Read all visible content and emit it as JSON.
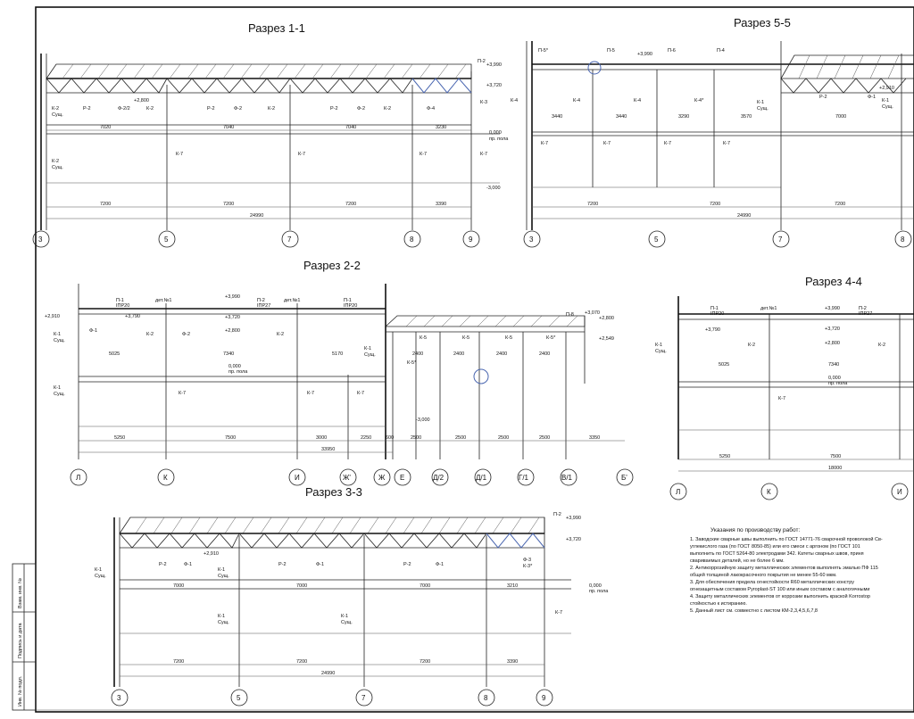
{
  "sections": {
    "s1": {
      "title": "Разрез 1-1",
      "marks": [
        "К-2",
        "Сущ.",
        "Р-2",
        "Ф-2/2",
        "К-2",
        "Р-2",
        "Ф-2",
        "К-2",
        "Р-2",
        "Ф-2",
        "К-2",
        "Ф-4",
        "К-3",
        "П-2",
        "К-7",
        "К-7",
        "К-7",
        "К-7",
        "К-7",
        "К-2",
        "Сущ."
      ],
      "dims_top": [
        "7020",
        "7040",
        "7040",
        "3230"
      ],
      "dims_bottom": [
        "7200",
        "7200",
        "7200",
        "3390"
      ],
      "total": "24990",
      "levels": [
        "+3,990",
        "+3,720",
        "+2,800",
        "0,000",
        "пр. пола",
        "-3,000"
      ],
      "axes": [
        "3",
        "5",
        "7",
        "8",
        "9"
      ]
    },
    "s5": {
      "title": "Разрез 5-5",
      "marks": [
        "П-5*",
        "П-5",
        "П-6",
        "П-4",
        "К-4",
        "К-4",
        "К-4",
        "К-4*",
        "К-1",
        "Сущ.",
        "К-7",
        "К-7",
        "К-7",
        "К-7",
        "Р-2",
        "Ф-1",
        "К-1",
        "Сущ."
      ],
      "dims_top": [
        "3440",
        "3440",
        "3290",
        "3570",
        "7000"
      ],
      "dims_bottom": [
        "7200",
        "7200",
        "7200"
      ],
      "total": "24990",
      "levels": [
        "+3,990",
        "+2,910"
      ],
      "axes": [
        "3",
        "5",
        "7",
        "8"
      ]
    },
    "s2": {
      "title": "Разрез 2-2",
      "marks": [
        "П-1",
        "IПР20",
        "дет.№1",
        "П-2",
        "IПР27",
        "дет.№1",
        "П-1",
        "IПР20",
        "К-1",
        "Сущ.",
        "Ф-1",
        "К-2",
        "Ф-2",
        "К-2",
        "К-1",
        "Сущ.",
        "К-7",
        "К-7",
        "К-7",
        "К-1",
        "Сущ.",
        "К-5",
        "К-5",
        "К-5",
        "К-5*",
        "К-5*",
        "П-8"
      ],
      "dims_top": [
        "5025",
        "7340",
        "5170",
        "2400",
        "2400",
        "2400",
        "2400"
      ],
      "dims_bottom": [
        "5250",
        "7500",
        "3000",
        "2250",
        "600",
        "2500",
        "2500",
        "2500",
        "2500",
        "3350"
      ],
      "total": "33950",
      "levels": [
        "+2,910",
        "+3,790",
        "+3,990",
        "+3,720",
        "+2,800",
        "0,000",
        "пр. пола",
        "+3,070",
        "+2,800",
        "+2,549",
        "-3,000"
      ],
      "axes": [
        "Л",
        "К",
        "И",
        "Ж'",
        "Ж",
        "Е",
        "Д/2",
        "Д/1",
        "Г/1",
        "В/1",
        "Б'"
      ]
    },
    "s4": {
      "title": "Разрез 4-4",
      "marks": [
        "П-1",
        "IПР20",
        "дет.№1",
        "П-2",
        "IПР27",
        "К-1",
        "Сущ.",
        "К-2",
        "К-2",
        "К-7"
      ],
      "dims_top": [
        "5025",
        "7340"
      ],
      "dims_bottom": [
        "5250",
        "7500"
      ],
      "total": "18000",
      "levels": [
        "+3,790",
        "+3,990",
        "+3,720",
        "+2,800",
        "0,000",
        "пр. пола"
      ],
      "axes": [
        "Л",
        "К",
        "И"
      ]
    },
    "s3": {
      "title": "Разрез 3-3",
      "marks": [
        "Р-2",
        "Ф-1",
        "Р-2",
        "Ф-1",
        "Р-2",
        "Ф-1",
        "Ф-3",
        "К-3*",
        "П-2",
        "К-1",
        "Сущ.",
        "К-1",
        "Сущ.",
        "К-1",
        "Сущ.",
        "К-1",
        "Сущ.",
        "К-7"
      ],
      "dims_top": [
        "7000",
        "7000",
        "7000",
        "3210"
      ],
      "dims_bottom": [
        "7200",
        "7200",
        "7200",
        "3390"
      ],
      "total": "24990",
      "levels": [
        "+3,990",
        "+3,720",
        "+2,910",
        "0,000",
        "пр. пола"
      ],
      "axes": [
        "3",
        "5",
        "7",
        "8",
        "9"
      ]
    }
  },
  "notes": {
    "title": "Указания по производству работ:",
    "lines": [
      "1. Заводские сварные швы выполнить по ГОСТ 14771-76 сварочной проволокой Св-",
      "углекислого газа (по ГОСТ 8050-85) или его смеси с аргоном (по ГОСТ 101",
      "выполнить по ГОСТ 5264-80 электродами 342. Катеты сварных швов, приня",
      "свариваемых деталей, но не более 6 мм.",
      "2. Антикоррозийную защиту металлических элементов выполнять эмалью ПФ 115",
      "общей толщиной лакокрасочного покрытия не менее 55-60 мкм.",
      "3. Для обеспечения предела огнестойкости R60 металлических констру",
      "огнезащитным составом Pyroplast-ST 100 или иным составом с аналогичными",
      "4. Защиту металлических элементов от коррозии выполнить краской Korrostop",
      "стойкостью к истиранию.",
      "5. Данный лист см. совместно с листом КМ-2,3,4,5,6,7,8"
    ]
  },
  "stamp": {
    "cells": [
      "Взам. инв. №",
      "Подпись и дата",
      "Инв. № подл."
    ]
  }
}
